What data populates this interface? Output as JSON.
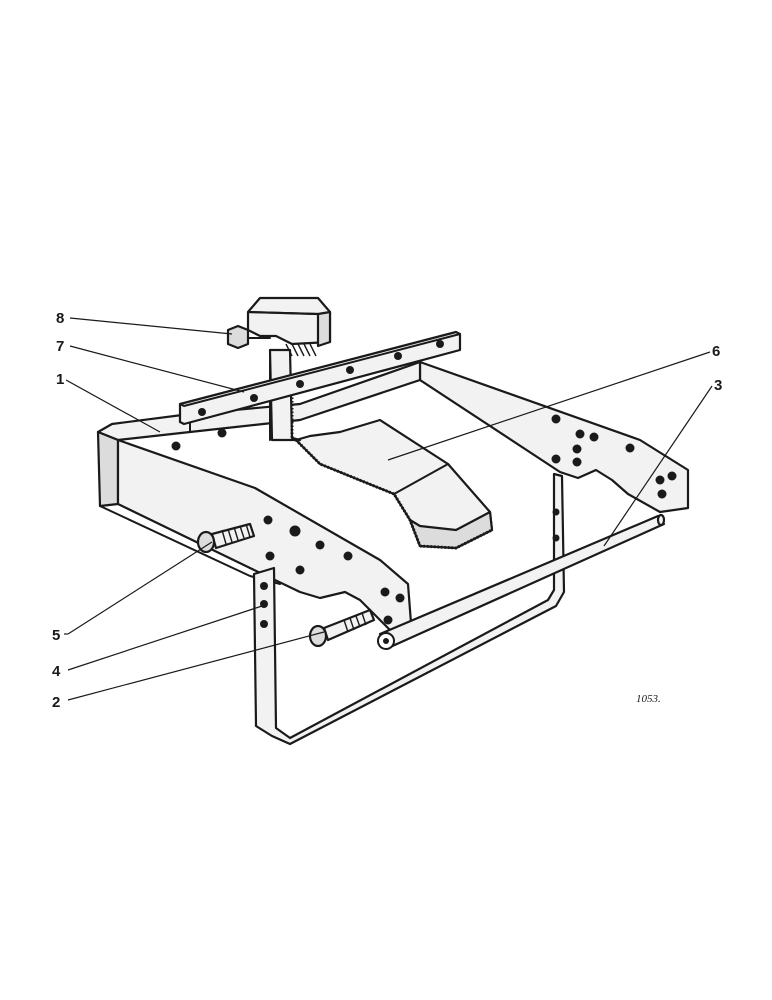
{
  "callouts": [
    {
      "id": "1",
      "label": "1"
    },
    {
      "id": "2",
      "label": "2"
    },
    {
      "id": "3",
      "label": "3"
    },
    {
      "id": "4",
      "label": "4"
    },
    {
      "id": "5",
      "label": "5"
    },
    {
      "id": "6",
      "label": "6"
    },
    {
      "id": "7",
      "label": "7"
    },
    {
      "id": "8",
      "label": "8"
    }
  ],
  "drawing_number": "1053."
}
